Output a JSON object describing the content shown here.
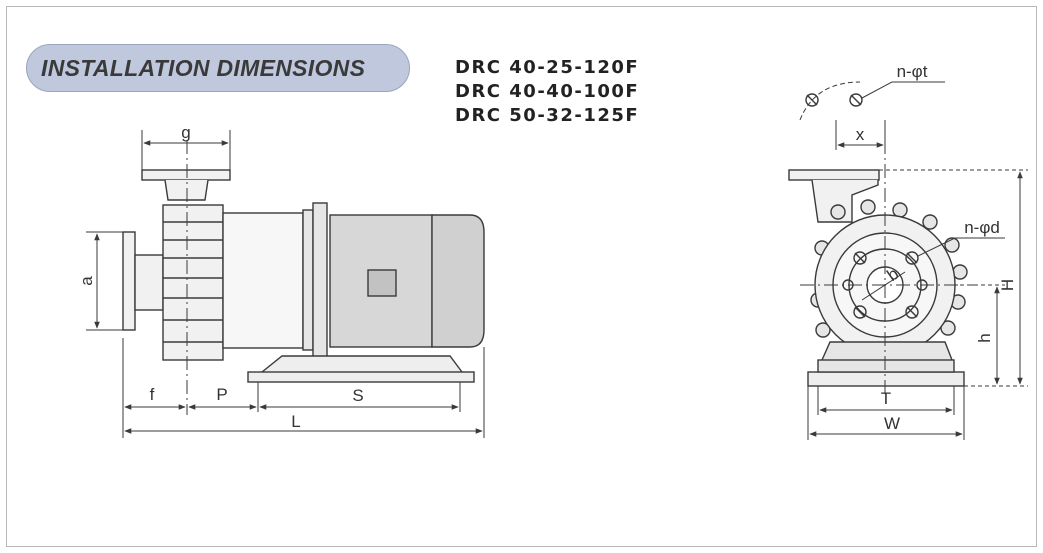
{
  "header": {
    "title": "INSTALLATION DIMENSIONS"
  },
  "models": [
    "DRC 40-25-120F",
    "DRC 40-40-100F",
    "DRC 50-32-125F"
  ],
  "side_view": {
    "labels": {
      "g": "g",
      "a": "a",
      "f": "f",
      "p": "P",
      "s": "S",
      "l": "L"
    }
  },
  "front_view": {
    "labels": {
      "nt": "n-φt",
      "x": "x",
      "nd": "n-φd",
      "b": "b",
      "h_upper": "H",
      "h_lower": "h",
      "t": "T",
      "w": "W"
    }
  },
  "colors": {
    "pill": "#bfc8dd",
    "motor": "#d7d7d7",
    "pump": "#f1f1f1",
    "line": "#3a3a3a"
  }
}
